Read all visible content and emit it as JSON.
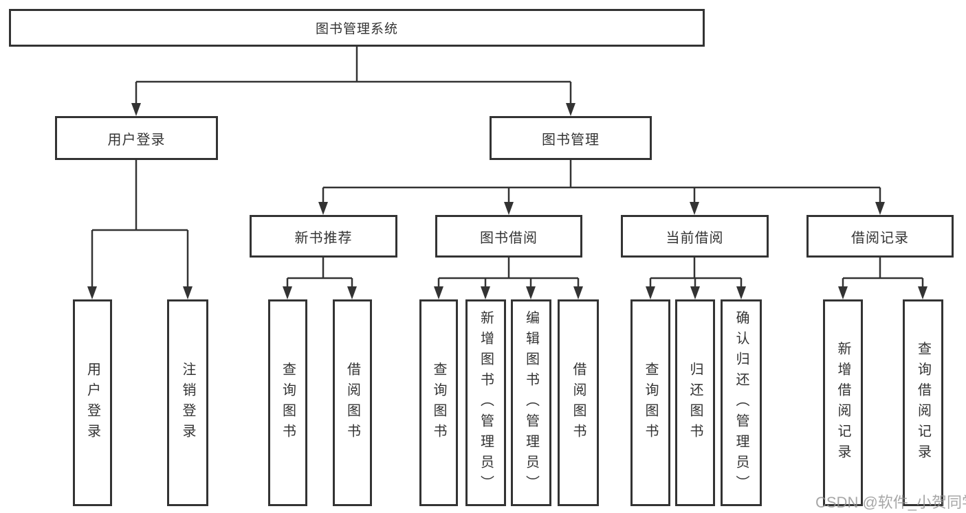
{
  "nodes": {
    "root": "图书管理系统",
    "branches": [
      "用户登录",
      "图书管理"
    ],
    "sections": [
      "新书推荐",
      "图书借阅",
      "当前借阅",
      "借阅记录"
    ],
    "leaves": [
      "用户登录",
      "注销登录",
      "查询图书",
      "借阅图书",
      "查询图书",
      "新增图书（管理员）",
      "编辑图书（管理员）",
      "借阅图书",
      "查询图书",
      "归还图书",
      "确认归还（管理员）",
      "新增借阅记录",
      "查询借阅记录"
    ]
  },
  "watermark": "CSDN @软件_小贺同学",
  "colors": {
    "line": "#333333",
    "text": "#333333",
    "box_background": "#ffffff",
    "watermark": "#919191"
  }
}
